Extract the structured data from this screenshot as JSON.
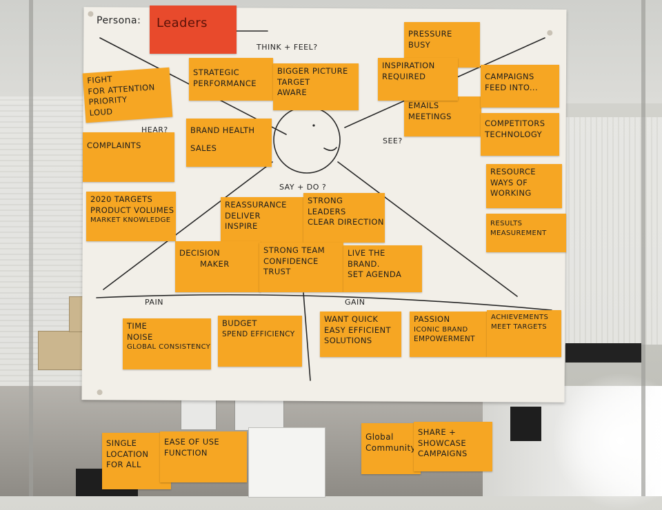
{
  "poster": {
    "persona_label": "Persona:",
    "persona_name": "Leaders",
    "think_feel": "THINK + FEEL?",
    "hear": "HEAR?",
    "see": "SEE?",
    "say_do": "SAY + DO ?",
    "pain": "PAIN",
    "gain": "GAIN"
  },
  "notes": {
    "fight": [
      "FIGHT",
      "FOR ATTENTION",
      "PRIORITY",
      "LOUD"
    ],
    "strategic": [
      "STRATEGIC",
      "PERFORMANCE"
    ],
    "bigger_picture": [
      "BIGGER PICTURE",
      "TARGET",
      "AWARE"
    ],
    "pressure": [
      "PRESSURE",
      "BUSY"
    ],
    "inspiration": [
      "INSPIRATION",
      "REQUIRED"
    ],
    "emails": [
      "EMAILS",
      "MEETINGS"
    ],
    "campaigns": [
      "CAMPAIGNS",
      "FEED INTO..."
    ],
    "complaints": [
      "COMPLAINTS"
    ],
    "brand_health": [
      "BRAND HEALTH",
      "SALES"
    ],
    "competitors": [
      "COMPETITORS",
      "TECHNOLOGY"
    ],
    "resource": [
      "RESOURCE",
      "WAYS OF",
      "WORKING"
    ],
    "results": [
      "RESULTS",
      "MEASUREMENT"
    ],
    "targets_2020": [
      "2020 TARGETS",
      "PRODUCT VOLUMES",
      "MARKET KNOWLEDGE"
    ],
    "reassurance": [
      "REASSURANCE",
      "DELIVER",
      "INSPIRE"
    ],
    "strong_leaders": [
      "STRONG",
      "LEADERS",
      "CLEAR DIRECTION"
    ],
    "decision": [
      "DECISION",
      "MAKER"
    ],
    "strong_team": [
      "STRONG TEAM",
      "CONFIDENCE",
      "TRUST"
    ],
    "live_brand": [
      "LIVE THE",
      "BRAND.",
      "SET AGENDA"
    ],
    "time": [
      "TIME",
      "NOISE",
      "GLOBAL CONSISTENCY"
    ],
    "budget": [
      "BUDGET",
      "SPEND EFFICIENCY"
    ],
    "want_quick": [
      "WANT QUICK",
      "EASY EFFICIENT",
      "SOLUTIONS"
    ],
    "passion": [
      "PASSION",
      "ICONIC BRAND",
      "EMPOWERMENT"
    ],
    "achievements": [
      "ACHIEVEMENTS",
      "MEET TARGETS"
    ],
    "single": [
      "SINGLE",
      "LOCATION",
      "FOR ALL"
    ],
    "ease": [
      "EASE OF USE",
      "FUNCTION"
    ],
    "global": [
      "Global",
      "Community"
    ],
    "share": [
      "SHARE +",
      "SHOWCASE",
      "CAMPAIGNS"
    ]
  },
  "colors": {
    "note": "#f6a623",
    "persona_note": "#e84a2c",
    "paper": "#f2efe8",
    "marker": "#222222"
  }
}
